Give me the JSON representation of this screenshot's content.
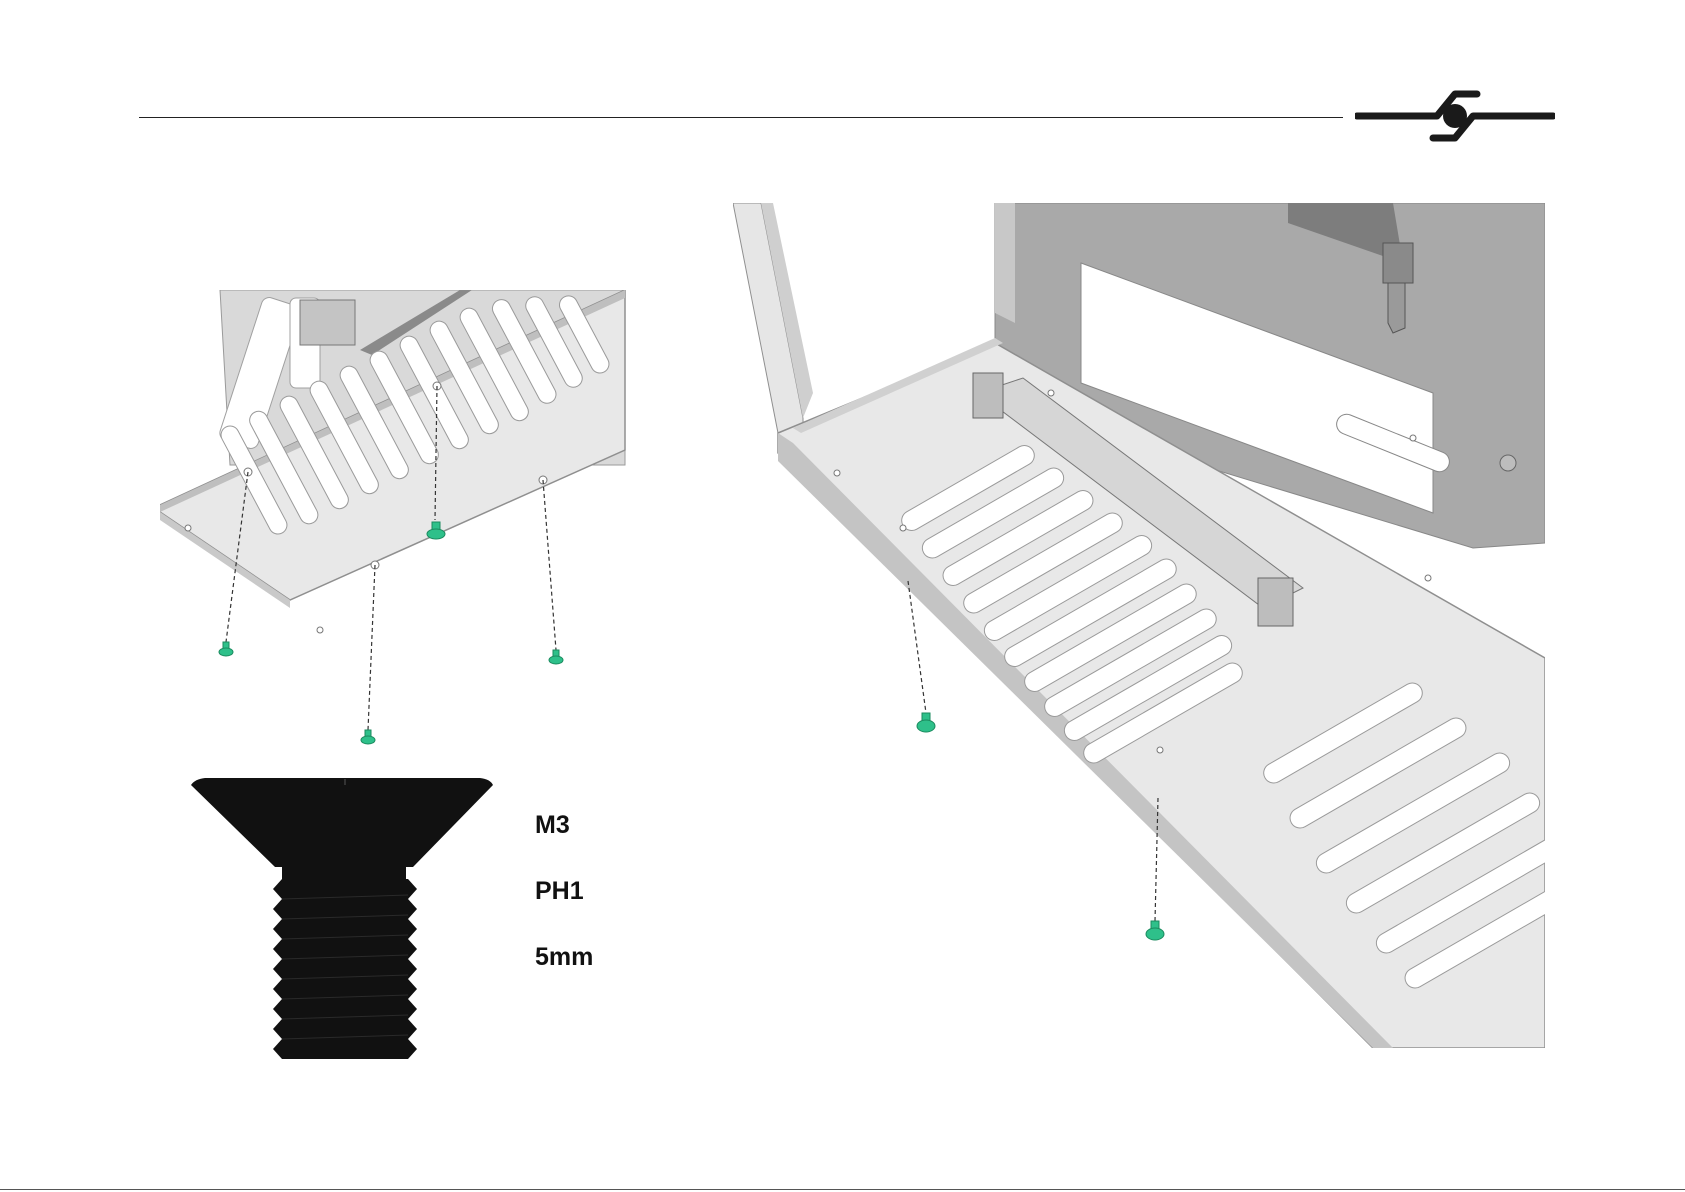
{
  "logo": {
    "icon": "offset-line-with-dot-logo",
    "color": "#1a1a1a"
  },
  "screw_specs": {
    "thread": "M3",
    "drive": "PH1",
    "length": "5mm"
  },
  "colors": {
    "screw_highlight": "#2ec08a",
    "sheet_metal": "#e6e6e6",
    "sheet_metal_shadow": "#bdbdbd",
    "back_panel": "#a9a9a9",
    "screw_drawing": "#111111"
  },
  "left_assembly": {
    "screw_count": 4
  },
  "right_assembly": {
    "screw_count": 2
  }
}
